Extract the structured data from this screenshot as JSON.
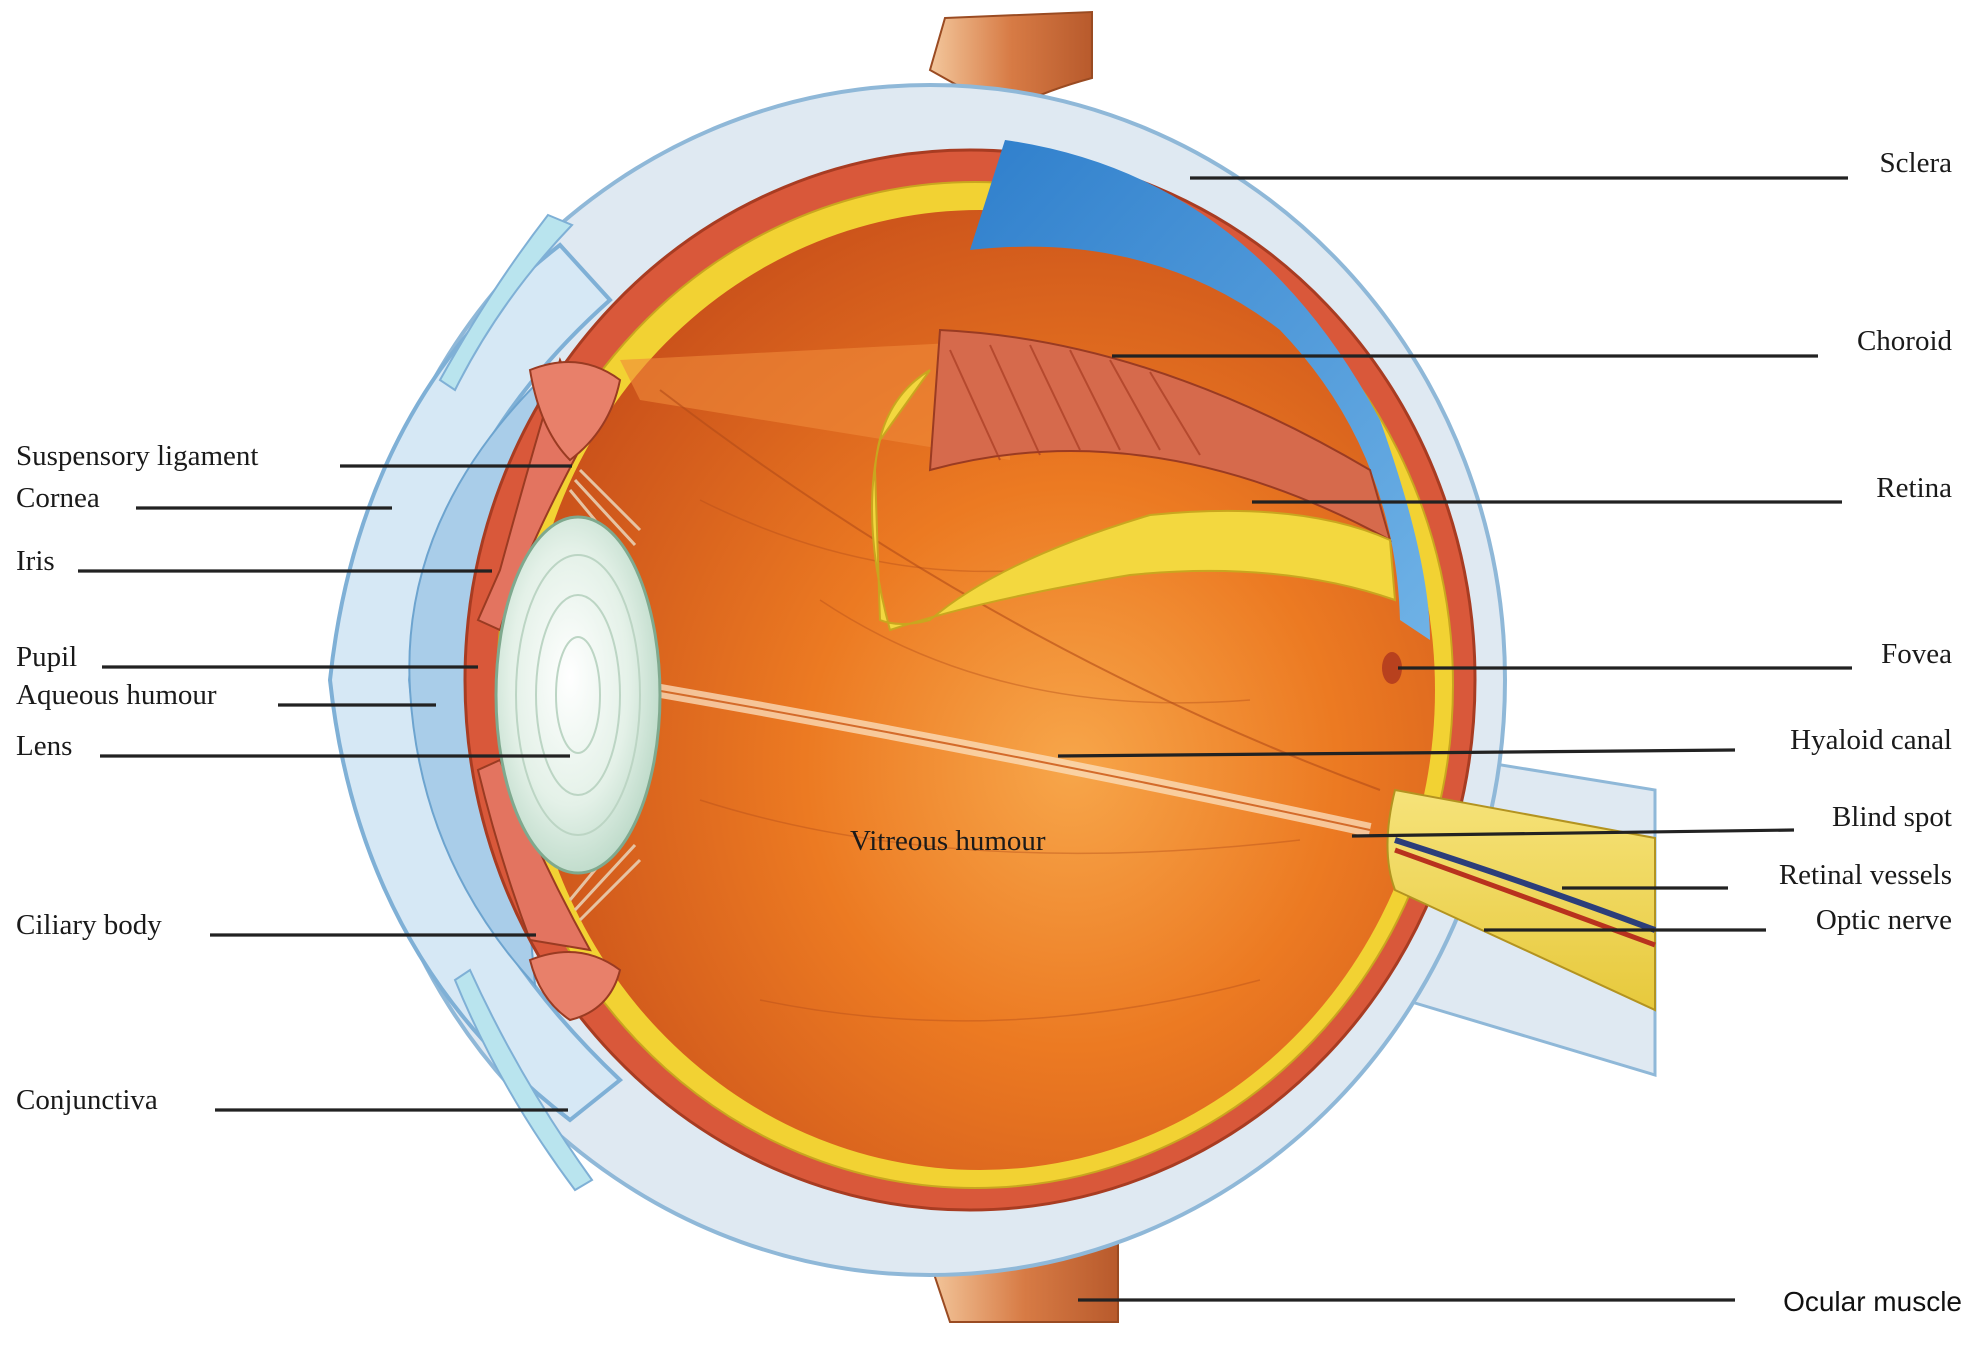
{
  "diagram": {
    "labels": {
      "suspensory_ligament": "Suspensory ligament",
      "cornea": "Cornea",
      "iris": "Iris",
      "pupil": "Pupil",
      "aqueous_humour": "Aqueous humour",
      "lens": "Lens",
      "ciliary_body": "Ciliary body",
      "conjunctiva": "Conjunctiva",
      "sclera": "Sclera",
      "choroid": "Choroid",
      "retina": "Retina",
      "fovea": "Fovea",
      "hyaloid_canal": "Hyaloid canal",
      "blind_spot": "Blind spot",
      "retinal_vessels": "Retinal vessels",
      "optic_nerve": "Optic nerve",
      "ocular_muscle": "Ocular muscle",
      "vitreous_humour": "Vitreous humour"
    },
    "colors": {
      "sclera": "#dfe9f2",
      "sclera_edge": "#8fb8d8",
      "choroid": "#d9583a",
      "retina": "#f2d233",
      "vitreous": "#e8681f",
      "vitreous_light": "#f49a3a",
      "lens": "#e6f2ea",
      "cornea": "#bcd9ee",
      "aqueous": "#9fc7e6",
      "cutaway_blue": "#3d8fd6",
      "muscle": "#d77b45",
      "optic_nerve": "#f0de5c"
    }
  }
}
